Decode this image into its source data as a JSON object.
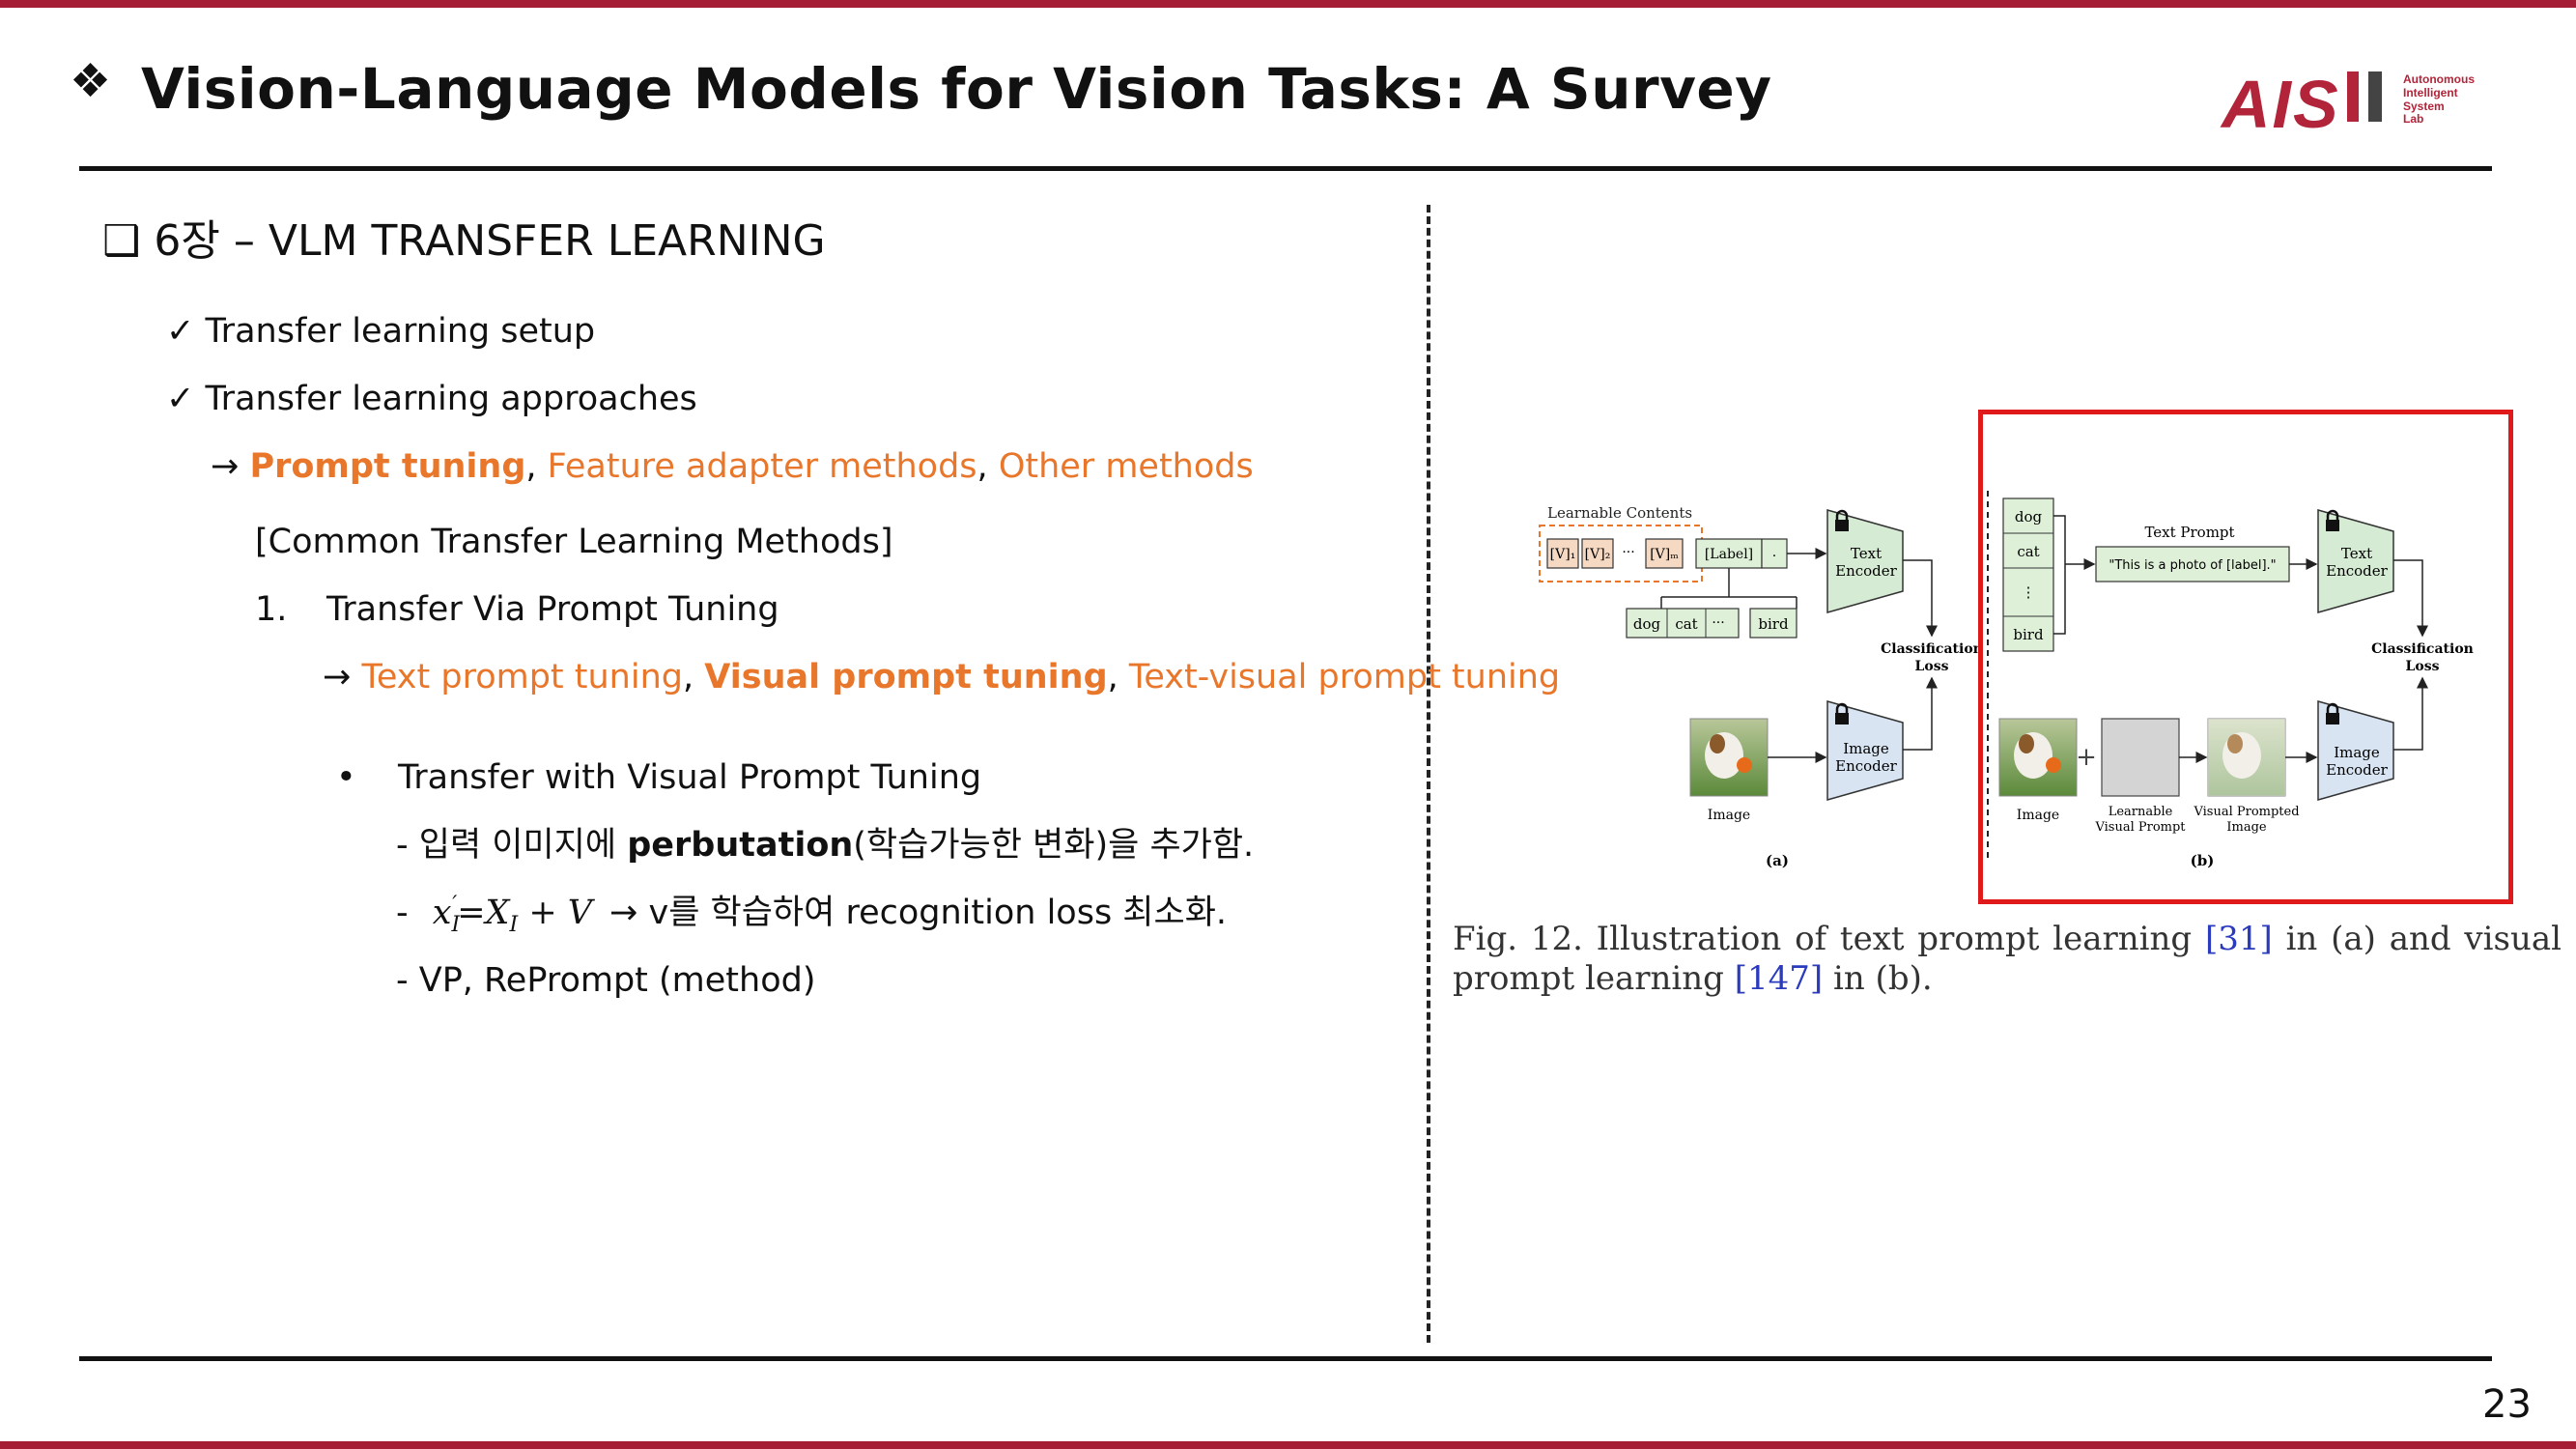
{
  "header": {
    "title_icon": "❖",
    "title": "Vision-Language Models for Vision Tasks: A Survey",
    "logo_text": "AIS",
    "logo_small": [
      "Autonomous",
      "Intelligent",
      "System",
      "Lab"
    ]
  },
  "section": {
    "heading": "❑ 6장 – VLM TRANSFER LEARNING",
    "check1": "✓ Transfer learning setup",
    "check2": "✓ Transfer learning approaches",
    "approaches": {
      "arrow": "→ ",
      "item1": "Prompt tuning",
      "sep1": ", ",
      "item2": "Feature adapter methods",
      "sep2": ", ",
      "item3": "Other methods"
    },
    "common_heading": "[Common Transfer Learning Methods]",
    "numbered_num": "1.",
    "numbered_text": "Transfer Via Prompt Tuning",
    "prompt_types": {
      "arrow": "→ ",
      "item1": "Text prompt tuning",
      "sep1": ", ",
      "item2": "Visual prompt tuning",
      "sep2": ", ",
      "item3": "Text-visual prompt tuning"
    },
    "bullet": "•",
    "bullet_text": "Transfer with Visual Prompt Tuning",
    "line1_pre": "- 입력 이미지에 ",
    "line1_bold": "perbutation",
    "line1_post": "(학습가능한 변화)을 추가함.",
    "line2_dash": "-",
    "line2_formula": "x′I=XI + V",
    "line2_rest": "→ v를 학습하여 recognition loss 최소화.",
    "line3": "- VP, RePrompt (method)"
  },
  "figure": {
    "a": {
      "learnable_contents": "Learnable Contents",
      "tokens": [
        "[V]₁",
        "[V]₂",
        "···",
        "[V]ₘ",
        "[Label]",
        "."
      ],
      "classes": [
        "dog",
        "cat",
        "···",
        "bird"
      ],
      "text_encoder": [
        "Text",
        "Encoder"
      ],
      "image_encoder": [
        "Image",
        "Encoder"
      ],
      "image_label": "Image",
      "loss": [
        "Classification",
        "Loss"
      ],
      "panel": "(a)"
    },
    "b": {
      "classes": [
        "dog",
        "cat",
        "⋮",
        "bird"
      ],
      "text_prompt": "Text Prompt",
      "prompt_text": "\"This is a photo of [label].\"",
      "text_encoder": [
        "Text",
        "Encoder"
      ],
      "image_encoder": [
        "Image",
        "Encoder"
      ],
      "image_label": "Image",
      "learnable_visual_prompt": [
        "Learnable",
        "Visual Prompt"
      ],
      "visual_prompted_image": [
        "Visual Prompted",
        "Image"
      ],
      "loss": [
        "Classification",
        "Loss"
      ],
      "panel": "(b)",
      "plus": "+"
    },
    "caption_pre": "Fig. 12.    Illustration of text prompt learning ",
    "ref1": "[31]",
    "caption_mid": " in (a) and visual prompt learning ",
    "ref2": "[147]",
    "caption_post": " in (b)."
  },
  "page_number": "23",
  "colors": {
    "accent_bar": "#a51d35",
    "orange": "#e8772c",
    "highlight_box": "#e01a1a",
    "encoder_text": "#d6ebd3",
    "encoder_image": "#d8e4f2"
  }
}
